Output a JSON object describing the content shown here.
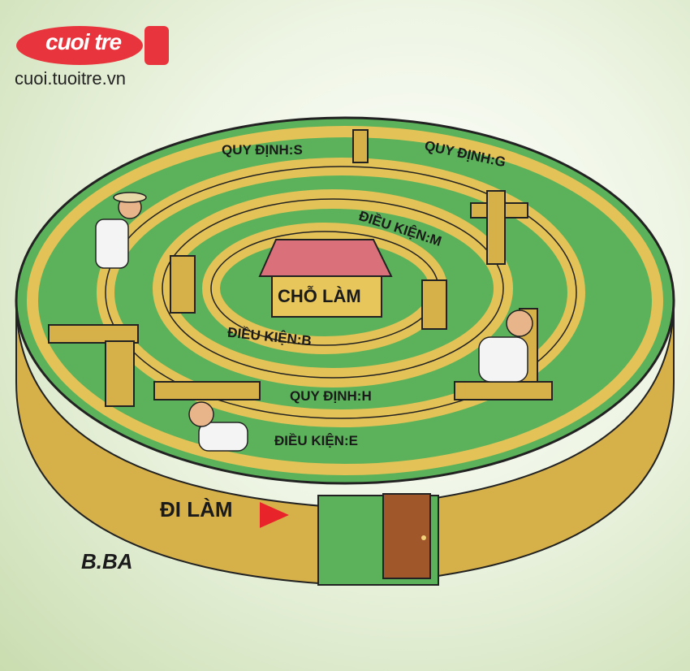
{
  "logo": {
    "text": "cuoi tre",
    "url": "cuoi.tuoitre.vn"
  },
  "maze": {
    "center_label": "CHỖ LÀM",
    "labels": [
      "QUY ĐỊNH:S",
      "QUY ĐỊNH:G",
      "ĐIỀU KIỆN:M",
      "ĐIỀU KIỆN:B",
      "QUY ĐỊNH:H",
      "ĐIỀU KIỆN:E"
    ],
    "entrance_label": "ĐI LÀM"
  },
  "signature": "B.BA",
  "colors": {
    "wall": "#e3c257",
    "wall_dark": "#c9a23a",
    "floor": "#5bb25a",
    "roof": "#d9707a",
    "arrow": "#e8242a",
    "door": "#a0582a"
  }
}
